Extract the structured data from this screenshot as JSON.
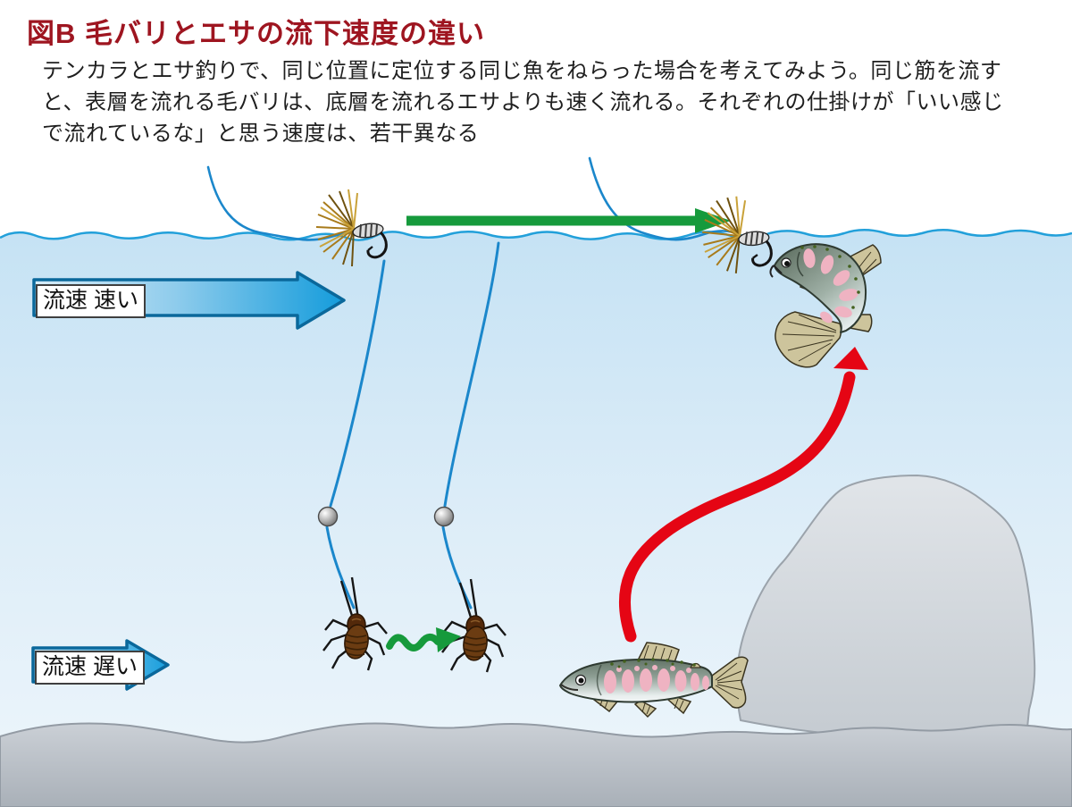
{
  "figure": {
    "title": "図B 毛バリとエサの流下速度の違い",
    "description_lines": {
      "line1": "テンカラとエサ釣りで、同じ位置に定位する同じ魚をねらった場合を考えてみよう。同じ筋を流す",
      "line2": "と、表層を流れる毛バリは、底層を流れるエサよりも速く流れる。それぞれの仕掛けが「いい感じ",
      "line3": "で流れているな」と思う速度は、若干異なる"
    }
  },
  "labels": {
    "flow_fast": "流速 速い",
    "flow_slow": "流速 遅い"
  },
  "icons": {
    "dry_fly": "dry-fly-icon",
    "bait_insect": "bait-insect-icon",
    "trout_rising": "trout-rising-icon",
    "trout_holding": "trout-holding-icon",
    "split_shot": "split-shot-icon"
  },
  "colors": {
    "title_red": "#9e1520",
    "body_text": "#1f1f1f",
    "water_surface_line": "#22a0da",
    "water_top": "#c5e2f4",
    "water_bottom": "#eaf3fa",
    "flow_arrow_pale": "#d7ecf8",
    "flow_arrow_blue": "#129bdb",
    "flow_arrow_outline": "#0a689b",
    "drift_arrow_green": "#169a3c",
    "rise_arrow_red": "#e50514",
    "fishing_line_blue": "#1b87cb",
    "rock_gray": "#d9dee3",
    "riverbed_gray": "#b7bec6",
    "parr_mark_pink": "#efb3c2",
    "fin_tan": "#cdc49c"
  }
}
